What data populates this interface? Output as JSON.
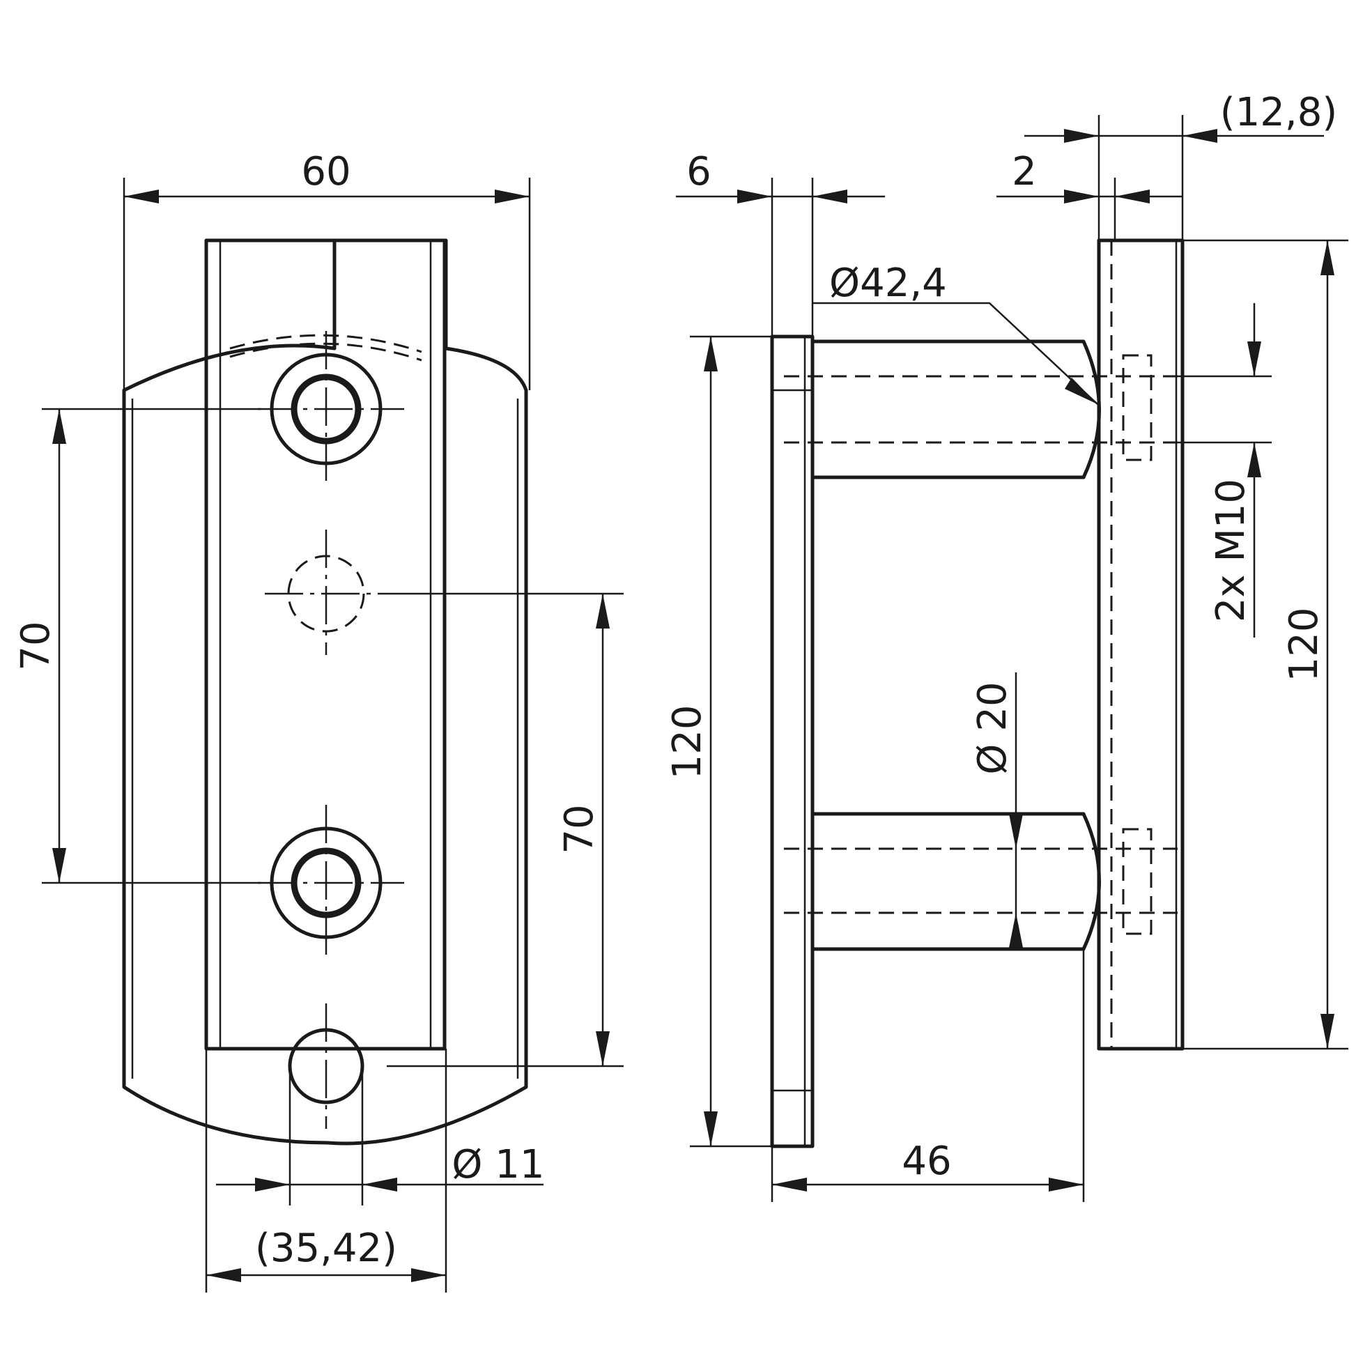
{
  "dimensions": {
    "width_60": "60",
    "spacing_70_left": "70",
    "spacing_70_right": "70",
    "hole_dia_11": "Ø 11",
    "width_35_42": "(35,42)",
    "thickness_6": "6",
    "gap_2": "2",
    "offset_12_8": "(12,8)",
    "tube_dia_42_4": "Ø42,4",
    "height_120_left": "120",
    "height_120_right": "120",
    "thread_2x_m10": "2x M10",
    "pin_dia_20": "Ø 20",
    "length_46": "46"
  }
}
